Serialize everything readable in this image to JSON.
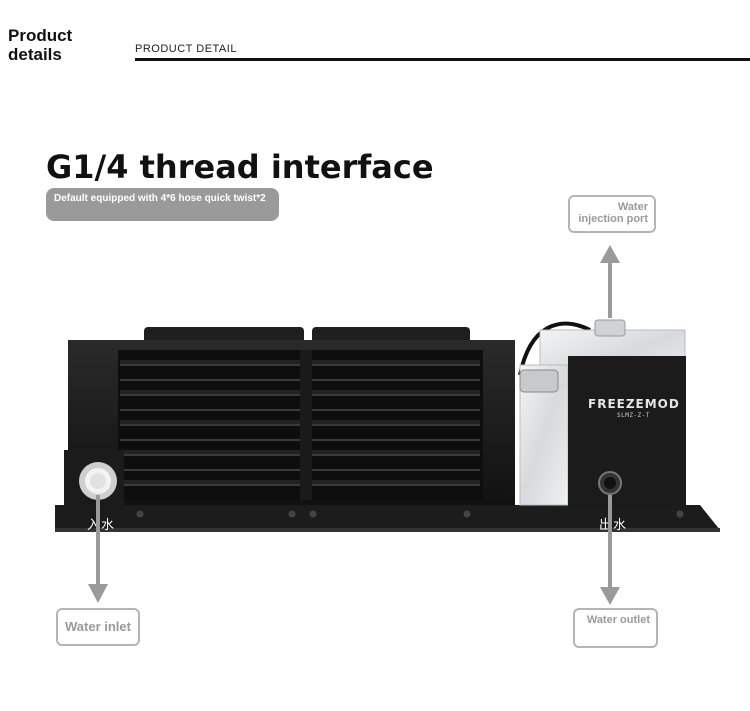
{
  "header": {
    "section_title": "Product details",
    "section_subtitle": "PRODUCT DETAIL"
  },
  "feature": {
    "headline": "G1/4 thread interface",
    "note": "Default equipped with 4*6 hose quick twist*2"
  },
  "callouts": {
    "water_inlet": "Water inlet",
    "water_outlet": "Water outlet",
    "water_injection_port": "Water injection port"
  },
  "product_labels": {
    "inlet_cn": "入水",
    "outlet_cn": "出水",
    "brand": "FREEZEMOD",
    "model": "SLMZ-Z-T"
  },
  "colors": {
    "frame": "#1a1a1a",
    "arrow": "#9a9a9a",
    "callout_border": "#b5b5b5",
    "pill_bg": "#9a9a9a"
  }
}
